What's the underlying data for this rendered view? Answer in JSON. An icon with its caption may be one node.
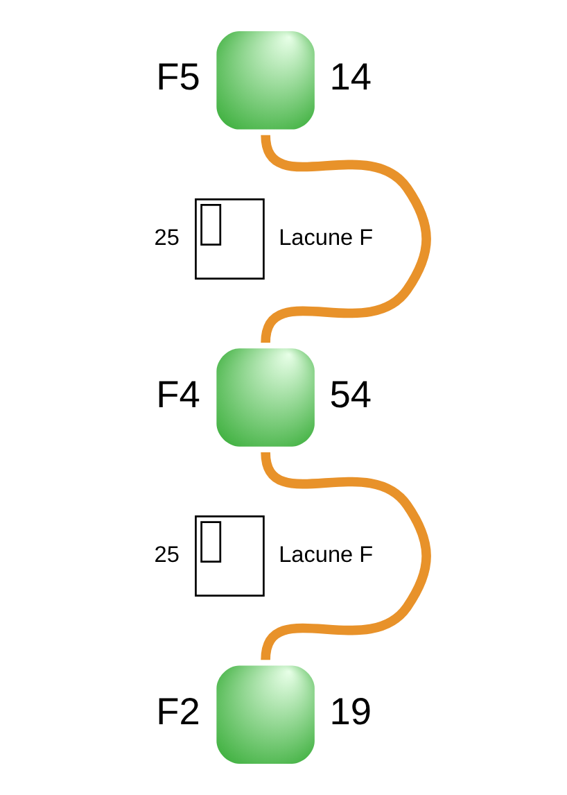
{
  "diagram": {
    "nodes": [
      {
        "text": [
          "F5"
        ],
        "beside": [
          "14"
        ]
      },
      {
        "text": [],
        "shape": "box",
        "beside": [
          "25",
          "Lacune F"
        ]
      },
      {
        "text": [
          "F4"
        ],
        "beside": [
          "54"
        ]
      },
      {
        "text": [],
        "shape": "box",
        "beside": [
          "25",
          "Lacune F"
        ]
      },
      {
        "text": [
          "F2"
        ],
        "beside": [
          "19"
        ]
      }
    ],
    "edges": [
      {
        "from": 2,
        "to": 0,
        "arrow": "none"
      },
      {
        "from": 2,
        "to": 4,
        "arrow": "none"
      }
    ]
  }
}
